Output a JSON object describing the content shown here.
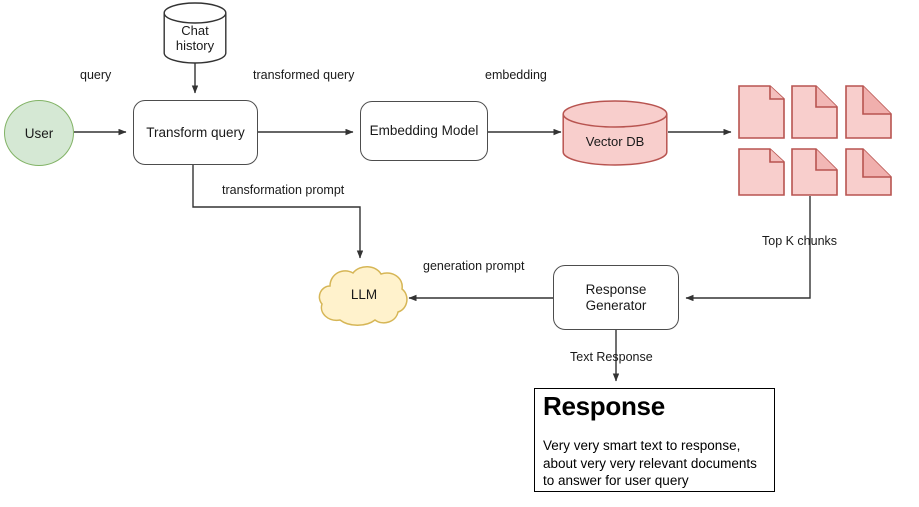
{
  "diagram": {
    "title": "RAG pipeline flow diagram",
    "colors": {
      "user_fill": "#d5e8d4",
      "user_stroke": "#82b366",
      "db_fill": "#f8cecc",
      "db_stroke": "#b85450",
      "doc_fill": "#f8cecc",
      "doc_stroke": "#b85450",
      "llm_fill": "#fff2cc",
      "llm_stroke": "#d6b656",
      "box_stroke": "#4d4d4d",
      "edge_stroke": "#333333",
      "response_stroke": "#000000"
    },
    "nodes": {
      "user": "User",
      "chat_history_line1": "Chat",
      "chat_history_line2": "history",
      "transform_query": "Transform query",
      "embedding_model": "Embedding Model",
      "vector_db": "Vector DB",
      "llm": "LLM",
      "response_generator_line1": "Response",
      "response_generator_line2": "Generator"
    },
    "edge_labels": {
      "query": "query",
      "transformed_query": "transformed query",
      "embedding": "embedding",
      "transformation_prompt": "transformation prompt",
      "generation_prompt": "generation prompt",
      "top_k_chunks": "Top K chunks",
      "text_response": "Text Response"
    },
    "response_card": {
      "title": "Response",
      "body_line1": "Very very smart text to response,",
      "body_line2": "about very very relevant documents",
      "body_line3": "to answer for user query"
    },
    "documents": {
      "count": 6,
      "rows": 2,
      "cols": 3,
      "fold_sizes": [
        "small",
        "medium",
        "large",
        "small",
        "medium",
        "large"
      ]
    }
  }
}
